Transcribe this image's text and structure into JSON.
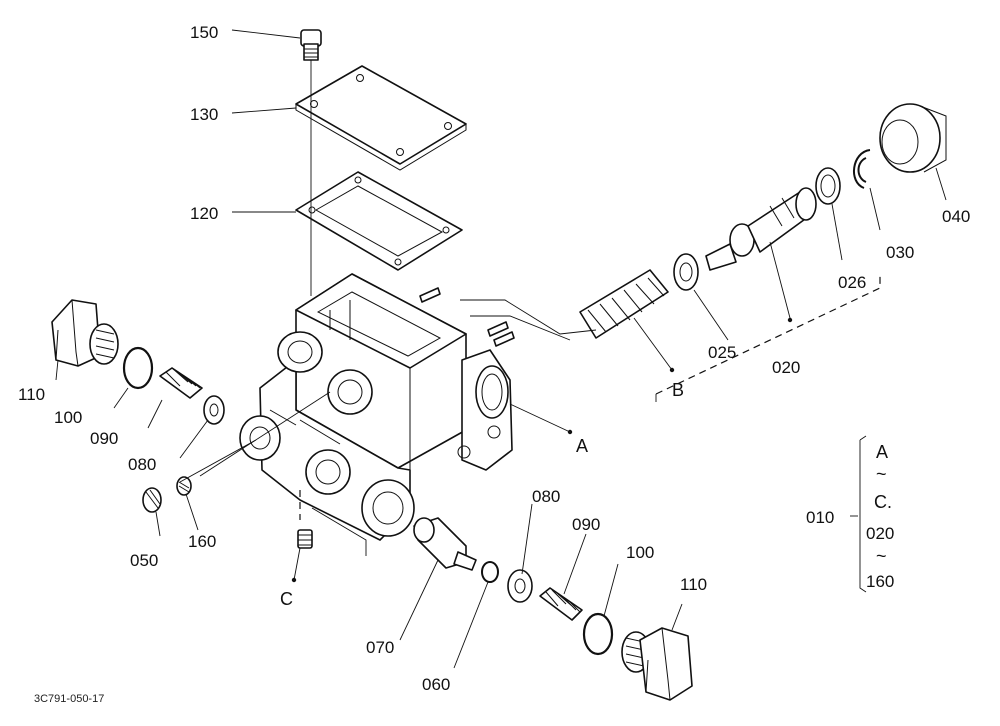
{
  "labels": {
    "p150": "150",
    "p130": "130",
    "p120": "120",
    "p110_left": "110",
    "p100_left": "100",
    "p090_left": "090",
    "p080_left": "080",
    "p050": "050",
    "p160": "160",
    "pC": "C",
    "p070": "070",
    "p060": "060",
    "p080_bottom": "080",
    "p090_bottom": "090",
    "p100_bottom": "100",
    "p110_bottom": "110",
    "pA": "A",
    "pB": "B",
    "p025": "025",
    "p020": "020",
    "p026": "026",
    "p030": "030",
    "p040": "040"
  },
  "legend": {
    "id": "010",
    "range_start": "A",
    "tilde1": "~",
    "range_mid": "C.",
    "range_mid2": "020",
    "tilde2": "~",
    "range_end": "160"
  },
  "reference": "3C791-050-17"
}
